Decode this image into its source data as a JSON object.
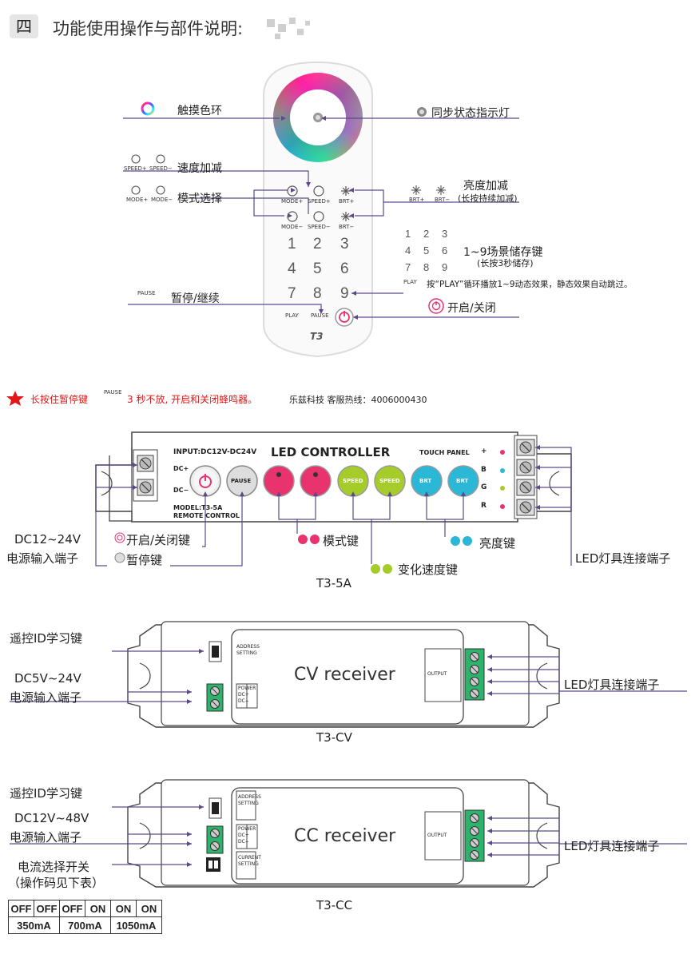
{
  "header": {
    "number": "四",
    "title": "功能使用操作与部件说明:"
  },
  "remote": {
    "touch_ring_label": "触摸色环",
    "status_light_label": "同步状态指示灯",
    "speed_label": "速度加减",
    "speed_plus": "SPEED+",
    "speed_minus": "SPEED−",
    "mode_label": "模式选择",
    "mode_plus": "MODE+",
    "mode_minus": "MODE−",
    "brt_plus": "BRT+",
    "brt_minus": "BRT−",
    "brightness_label": "亮度加减",
    "brightness_note": "(长按持续加减)",
    "keys": [
      "1",
      "2",
      "3",
      "4",
      "5",
      "6",
      "7",
      "8",
      "9"
    ],
    "scene_label": "1~9场景储存键",
    "scene_note": "(长按3秒储存)",
    "play_label": "PLAY",
    "play_desc": "按“PLAY”循环播放1~9动态效果，静态效果自动跳过。",
    "pause_label": "PAUSE",
    "pause_desc": "暂停/继续",
    "power_label": "开启/关闭",
    "model": "T3"
  },
  "notice": {
    "text": "长按住暂停键",
    "pause": "PAUSE",
    "text2": "3 秒不放, 开启和关闭蜂鸣器。",
    "hotline": "乐兹科技 客服热线：4006000430"
  },
  "controller": {
    "input": "INPUT:DC12V-DC24V",
    "title": "LED CONTROLLER",
    "touch_panel": "TOUCH PANEL",
    "dc_plus": "DC+",
    "dc_minus": "DC−",
    "model_line1": "MODEL:T3-5A",
    "model_line2": "REMOTE  CONTROL",
    "pause_btn": "PAUSE",
    "speed_btn": "SPEED",
    "brt_btn": "BRT",
    "channels": [
      "+",
      "B",
      "G",
      "R"
    ],
    "power_input_label1": "DC12~24V",
    "power_input_label2": "电源输入端子",
    "onoff_key": "开启/关闭键",
    "pause_key": "暂停键",
    "mode_key": "模式键",
    "speed_key": "变化速度键",
    "brt_key": "亮度键",
    "led_terminal": "LED灯具连接端子",
    "caption": "T3-5A"
  },
  "cv": {
    "learn_label": "遥控ID学习键",
    "power_label1": "DC5V~24V",
    "power_label2": "电源输入端子",
    "address": "ADDRESS SETTING",
    "power_box": "POWER DC+ DC−",
    "title": "CV receiver",
    "output": "OUTPUT",
    "led_terminal": "LED灯具连接端子",
    "caption": "T3-CV"
  },
  "cc": {
    "learn_label": "遥控ID学习键",
    "power_label1": "DC12V~48V",
    "power_label2": "电源输入端子",
    "current_label1": "电流选择开关",
    "current_label2": "（操作码见下表）",
    "address": "ADDRESS SETTING",
    "power_box": "POWER DC+ DC−",
    "current_box": "CURRENT SETTING",
    "title": "CC receiver",
    "output": "OUTPUT",
    "led_terminal": "LED灯具连接端子",
    "caption": "T3-CC",
    "table_top": [
      "OFF",
      "OFF",
      "OFF",
      "ON",
      "ON",
      "ON"
    ],
    "table_bottom": [
      "350mA",
      "700mA",
      "1050mA"
    ]
  },
  "colors": {
    "mode_btn": "#e8336e",
    "speed_btn": "#a6cc2c",
    "brt_btn": "#2bb8d6",
    "power_icon": "#e8336e",
    "star": "#e01818"
  }
}
